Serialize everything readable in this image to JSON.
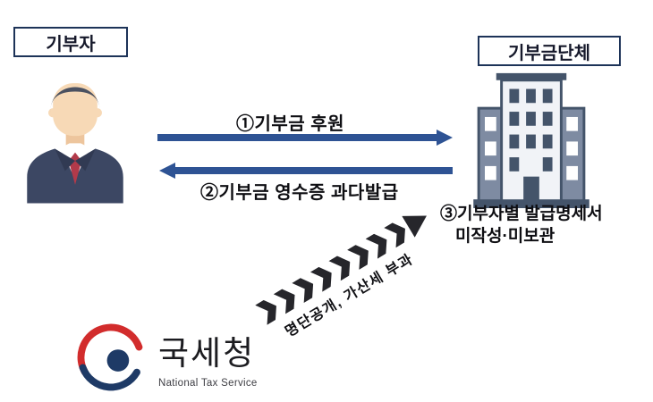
{
  "colors": {
    "arrow-navy": "#2e5394",
    "box-border": "#1d3358",
    "building-navy": "#44546a",
    "building-light": "#f1f3f7",
    "wing-slate": "#7e8ba2",
    "chevron-dark": "#26262b",
    "logo-red": "#d22c2c",
    "logo-navy": "#1e3a66",
    "suit-navy": "#3c4763",
    "tie-red": "#b23a4a"
  },
  "donor": {
    "label": "기부자"
  },
  "organization": {
    "label": "기부금단체"
  },
  "flows": {
    "donation": "①기부금 후원",
    "receipt": "②기부금 영수증 과다발급",
    "statement_line1": "③기부자별 발급명세서",
    "statement_line2": "미작성·미보관"
  },
  "penalty": {
    "label": "명단공개, 가산세 부과"
  },
  "nts": {
    "name": "국세청",
    "subtitle": "National Tax Service"
  }
}
